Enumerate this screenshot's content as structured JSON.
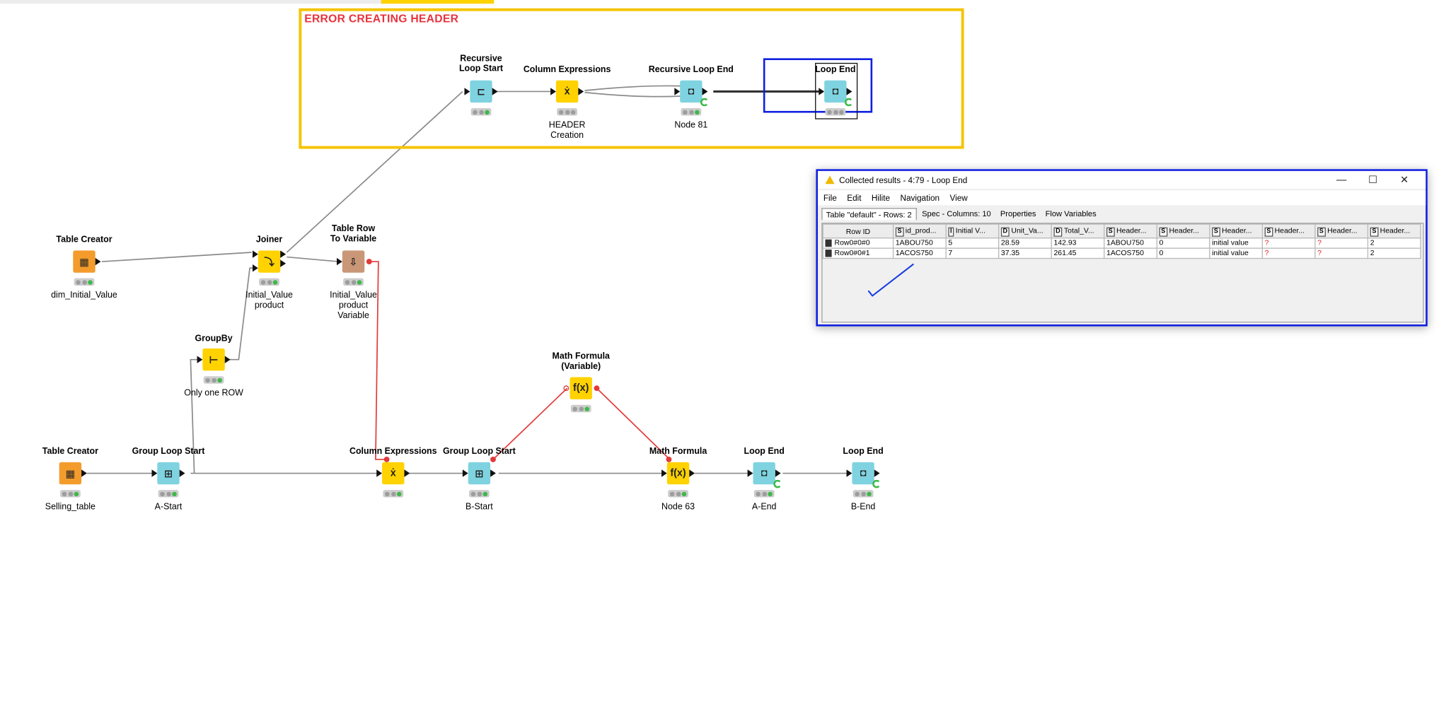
{
  "annotation": {
    "title": "ERROR CREATING HEADER"
  },
  "nodes": {
    "recursive_loop_start": {
      "title": "Recursive\nLoop Start",
      "label": ""
    },
    "column_expressions_top": {
      "title": "Column Expressions",
      "label": "HEADER\nCreation"
    },
    "recursive_loop_end": {
      "title": "Recursive Loop End",
      "label": "Node 81"
    },
    "loop_end_top": {
      "title": "Loop End",
      "label": ""
    },
    "table_creator_top": {
      "title": "Table Creator",
      "label": "dim_Initial_Value"
    },
    "joiner": {
      "title": "Joiner",
      "label": "Initial_Value\nproduct"
    },
    "table_row_to_variable": {
      "title": "Table Row\nTo Variable",
      "label": "Initial_Value\nproduct\nVariable"
    },
    "groupby": {
      "title": "GroupBy",
      "label": "Only one ROW"
    },
    "math_formula_variable": {
      "title": "Math Formula\n(Variable)",
      "label": ""
    },
    "table_creator_bottom": {
      "title": "Table Creator",
      "label": "Selling_table"
    },
    "group_loop_start_a": {
      "title": "Group Loop Start",
      "label": "A-Start"
    },
    "column_expressions_bottom": {
      "title": "Column Expressions",
      "label": ""
    },
    "group_loop_start_b": {
      "title": "Group Loop Start",
      "label": "B-Start"
    },
    "math_formula": {
      "title": "Math Formula",
      "label": "Node 63"
    },
    "loop_end_a": {
      "title": "Loop End",
      "label": "A-End"
    },
    "loop_end_b": {
      "title": "Loop End",
      "label": "B-End"
    }
  },
  "icons": {
    "table_creator": "grid-plus-icon",
    "joiner": "join-icon",
    "groupby": "group-icon",
    "loop_start": "loop-start-icon",
    "loop_end": "loop-end-icon",
    "expression": "expression-icon",
    "math": "math-formula-icon",
    "row_to_var": "table-to-variable-icon"
  },
  "colors": {
    "annotation_border": "#f5c400",
    "annotation_title": "#e8323c",
    "selection_blue": "#1020e0",
    "variable_connection": "#e23a3a",
    "data_connection": "#8a8a8a",
    "node_orange": "#f39c2c",
    "node_yellow": "#ffd200",
    "node_cyan": "#7fd3e0",
    "node_tan": "#c99777",
    "status_green": "#3eb94a"
  },
  "results_window": {
    "title": "Collected results - 4:79 - Loop End",
    "controls": {
      "minimize": "—",
      "maximize": "☐",
      "close": "✕"
    },
    "menu": [
      "File",
      "Edit",
      "Hilite",
      "Navigation",
      "View"
    ],
    "tabs": [
      "Table \"default\" - Rows: 2",
      "Spec - Columns: 10",
      "Properties",
      "Flow Variables"
    ],
    "table": {
      "row_id_header": "Row ID",
      "columns": [
        {
          "type": "S",
          "name": "id_prod..."
        },
        {
          "type": "I",
          "name": "Initial V..."
        },
        {
          "type": "D",
          "name": "Unit_Va..."
        },
        {
          "type": "D",
          "name": "Total_V..."
        },
        {
          "type": "S",
          "name": "Header..."
        },
        {
          "type": "S",
          "name": "Header..."
        },
        {
          "type": "S",
          "name": "Header..."
        },
        {
          "type": "S",
          "name": "Header..."
        },
        {
          "type": "S",
          "name": "Header..."
        },
        {
          "type": "S",
          "name": "Header..."
        }
      ],
      "rows": [
        {
          "id": "Row0#0#0",
          "cells": [
            "1ABOU750",
            "5",
            "28.59",
            "142.93",
            "1ABOU750",
            "0",
            "initial value",
            "?",
            "?",
            "2"
          ]
        },
        {
          "id": "Row0#0#1",
          "cells": [
            "1ACOS750",
            "7",
            "37.35",
            "261.45",
            "1ACOS750",
            "0",
            "initial value",
            "?",
            "?",
            "2"
          ]
        }
      ]
    }
  }
}
